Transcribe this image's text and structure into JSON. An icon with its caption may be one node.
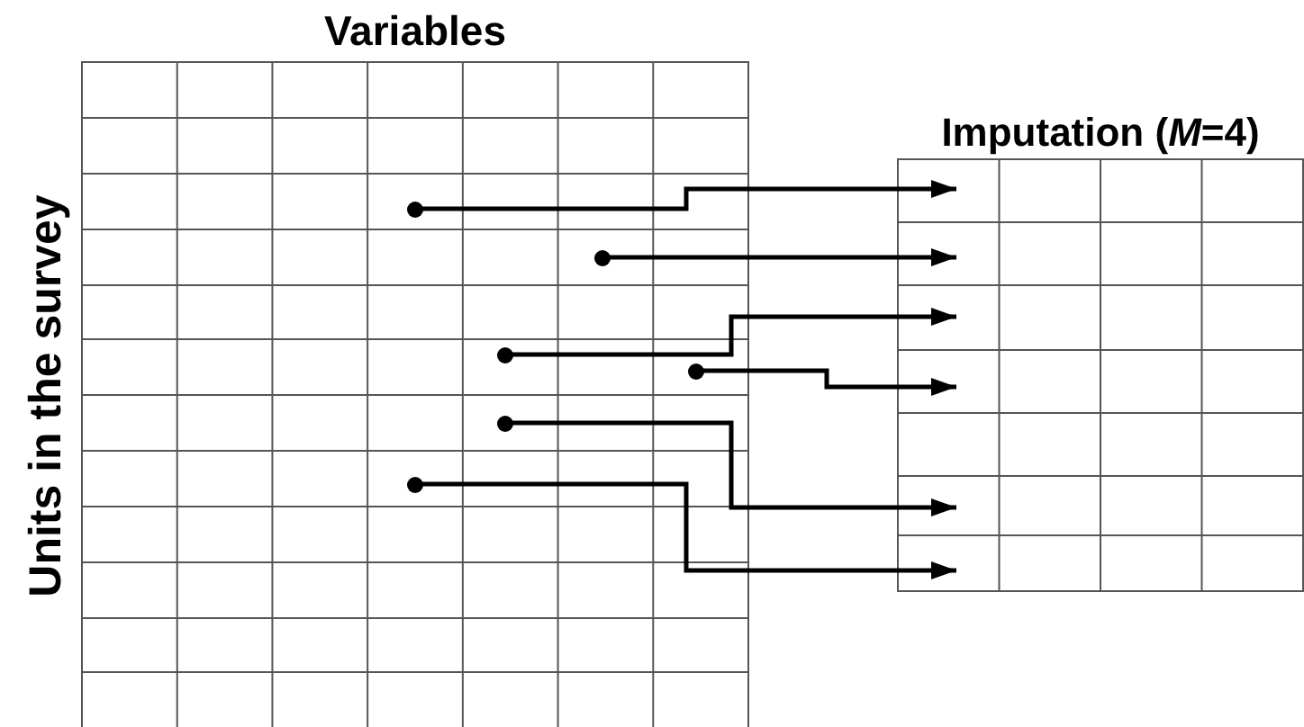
{
  "diagram": {
    "nodes": [
      {
        "text": [
          "Variables"
        ],
        "beside": [
          "Units in the survey"
        ]
      },
      {
        "text": [
          "Imputation (*M*=4)"
        ]
      },
      {
        "text": [],
        "shape": "circle",
        "in": 0
      },
      {
        "text": [],
        "shape": "circle",
        "in": 0
      },
      {
        "text": [],
        "shape": "circle",
        "in": 0
      },
      {
        "text": [],
        "shape": "circle",
        "in": 0
      },
      {
        "text": [],
        "shape": "circle",
        "in": 0
      },
      {
        "text": [],
        "shape": "circle",
        "in": 0
      }
    ],
    "edges": [
      {
        "from": 2,
        "to": 1,
        "arrow": "to"
      },
      {
        "from": 3,
        "to": 1,
        "arrow": "to"
      },
      {
        "from": 4,
        "to": 1,
        "arrow": "to"
      },
      {
        "from": 5,
        "to": 1,
        "arrow": "to"
      },
      {
        "from": 6,
        "to": 1,
        "arrow": "to"
      },
      {
        "from": 7,
        "to": 1,
        "arrow": "to"
      }
    ]
  }
}
